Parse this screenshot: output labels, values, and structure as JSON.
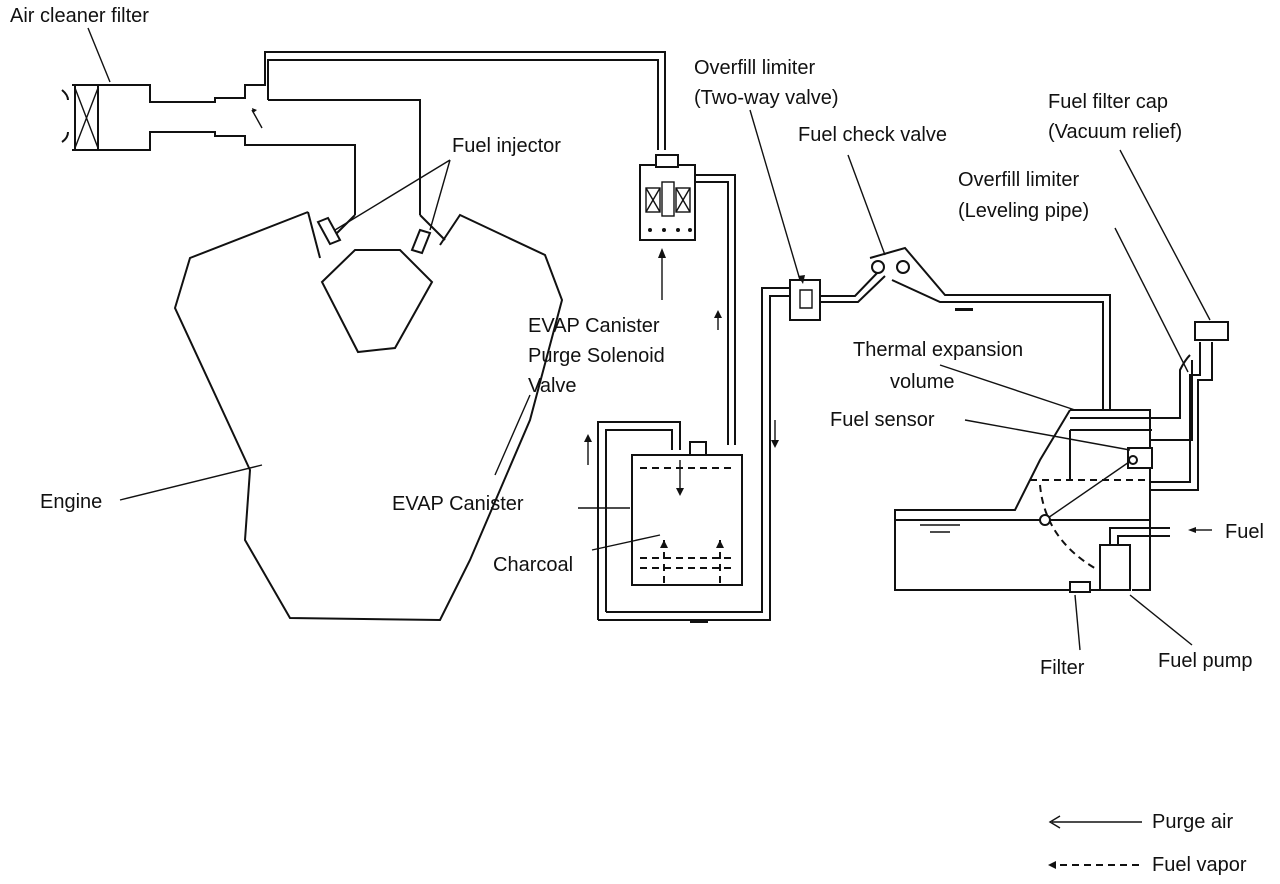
{
  "labels": {
    "air_cleaner_filter": "Air cleaner filter",
    "fuel_injector": "Fuel injector",
    "evap_purge_line1": "EVAP Canister",
    "evap_purge_line2": "Purge Solenoid",
    "evap_purge_line3": "Valve",
    "engine": "Engine",
    "evap_canister": "EVAP Canister",
    "charcoal": "Charcoal",
    "overfill_two_way_line1": "Overfill limiter",
    "overfill_two_way_line2": "(Two-way valve)",
    "fuel_check_valve": "Fuel check valve",
    "fuel_filter_cap_line1": "Fuel filter cap",
    "fuel_filter_cap_line2": "(Vacuum relief)",
    "overfill_leveling_line1": "Overfill limiter",
    "overfill_leveling_line2": "(Leveling pipe)",
    "thermal_line1": "Thermal expansion",
    "thermal_line2": "volume",
    "fuel_sensor": "Fuel sensor",
    "fuel": "Fuel",
    "filter": "Filter",
    "fuel_pump": "Fuel pump"
  },
  "legend": {
    "purge_air": "Purge air",
    "fuel_vapor": "Fuel vapor"
  }
}
